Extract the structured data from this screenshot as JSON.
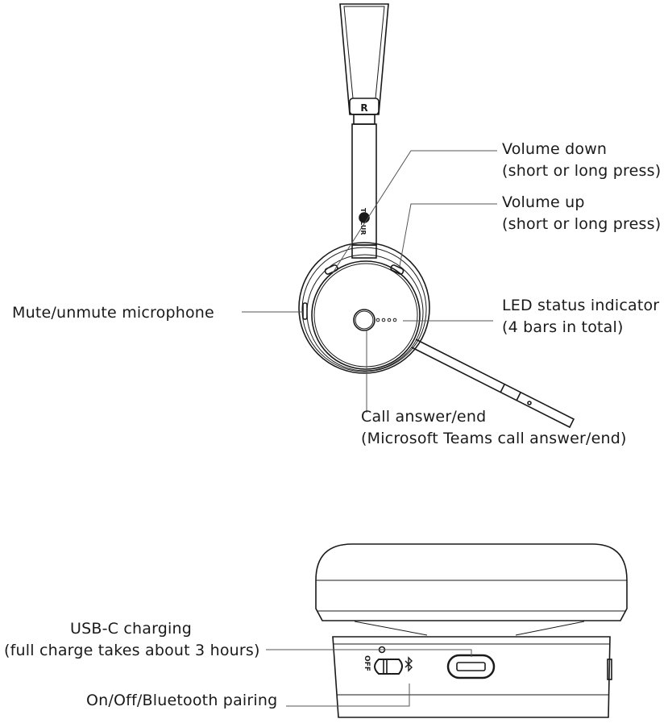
{
  "headset": {
    "side_marker": "R",
    "brand": "TELLUR",
    "labels": {
      "volume_down": {
        "title": "Volume down",
        "detail": "(short or long press)"
      },
      "volume_up": {
        "title": "Volume up",
        "detail": "(short or long press)"
      },
      "mute": {
        "title": "Mute/unmute microphone"
      },
      "led": {
        "title": "LED status indicator",
        "detail": "(4 bars in total)"
      },
      "call": {
        "title": "Call answer/end",
        "detail": "(Microsoft Teams call answer/end)"
      }
    }
  },
  "dock": {
    "switch_marker": "OFF",
    "labels": {
      "usb": {
        "title": "USB-C charging",
        "detail": "(full charge takes about 3 hours)"
      },
      "power": {
        "title": "On/Off/Bluetooth pairing"
      }
    }
  },
  "colors": {
    "line": "#1a1a1a",
    "leader": "#555555"
  }
}
